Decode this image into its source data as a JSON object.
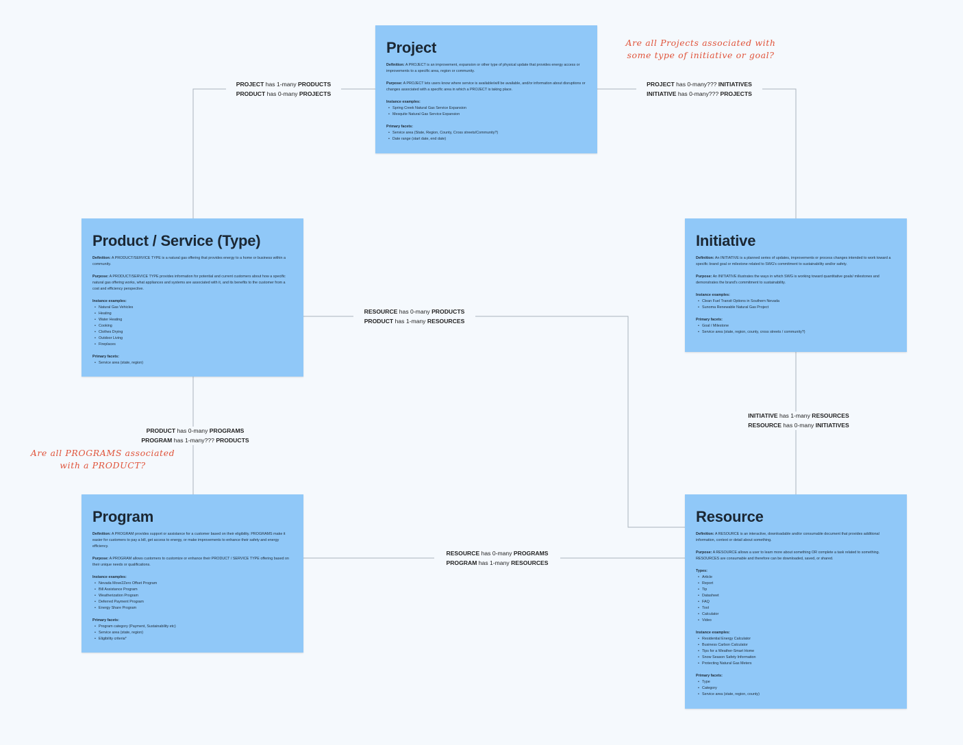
{
  "cards": {
    "project": {
      "title": "Project",
      "definition_label": "Definition:",
      "definition": "A PROJECT is an improvement, expansion or other type of physical update that provides energy access or improvements to a specific area, region or community.",
      "purpose_label": "Purpose:",
      "purpose": "A PROJECT lets users know where service is available/will be available, and/or information about disruptions or changes associated with a specific area in which a PROJECT is taking place.",
      "instance_label": "Instance examples:",
      "instances": [
        "Spring Creek Natural Gas Service Expansion",
        "Mesquite Natural Gas Service Expansion"
      ],
      "facets_label": "Primary facets:",
      "facets": [
        "Service area (State, Region, County, Cross streets/Community?)",
        "Date range (start date, end date)"
      ]
    },
    "product": {
      "title": "Product / Service (Type)",
      "definition_label": "Definition:",
      "definition": "A PRODUCT/SERVICE TYPE is a natural gas offering that provides energy to a home or business within a community.",
      "purpose_label": "Purpose:",
      "purpose": "A PRODUCT/SERVICE TYPE provides information for potential and current customers about how a specific natural gas offering works, what appliances and systems are associated with it, and its benefits to the customer from a cost and efficiency perspective.",
      "instance_label": "Instance examples:",
      "instances": [
        "Natural Gas Vehicles",
        "Heating",
        "Water Heating",
        "Cooking",
        "Clothes Drying",
        "Outdoor Living",
        "Fireplaces"
      ],
      "facets_label": "Primary facets:",
      "facets": [
        "Service area (state, region)"
      ]
    },
    "initiative": {
      "title": "Initiative",
      "definition_label": "Definition:",
      "definition": "An INITIATIVE is a planned series of updates, improvements or process changes intended to work toward a specific brand goal or milestone related to SWG's commitment to sustainability and/or safety.",
      "purpose_label": "Purpose:",
      "purpose": "An INITIATIVE illustrates the ways in which SWG is working toward quantitative goals/ milestones and demonstrates the brand's commitment to sustainability.",
      "instance_label": "Instance examples:",
      "instances": [
        "Clean Fuel Transit Options in Southern Nevada",
        "Sunoma Renewable Natural Gas Project"
      ],
      "facets_label": "Primary facets:",
      "facets": [
        "Goal / Milestone",
        "Service area (state, region, county, cross streets / community?)"
      ]
    },
    "program": {
      "title": "Program",
      "definition_label": "Definition:",
      "definition": "A PROGRAM provides support or assistance for a customer based on their eligibility. PROGRAMS make it easier for customers to pay a bill, get access to energy, or make improvements to enhance their safety and energy efficiency.",
      "purpose_label": "Purpose:",
      "purpose": "A PROGRAM allows customers to customize or enhance their PRODUCT / SERVICE TYPE offering based on their unique needs or qualifications.",
      "instance_label": "Instance examples:",
      "instances": [
        "Nevada Move2Zero Offset Program",
        "Bill Assistance Program",
        "Weatherization Program",
        "Deferred Payment Program",
        "Energy Share Program"
      ],
      "facets_label": "Primary facets:",
      "facets": [
        "Program category (Payment, Sustainability etc)",
        "Service area (state, region)",
        "Eligibility criteria*"
      ]
    },
    "resource": {
      "title": "Resource",
      "definition_label": "Definition:",
      "definition": "A RESOURCE is an interactive, downloadable and/or consumable document that provides additional information, context or detail about something.",
      "purpose_label": "Purpose:",
      "purpose": "A RESOURCE allows a user to learn more about something OR complete a task related to something. RESOURCES are consumable and therefore can be downloaded, saved, or shared.",
      "types_label": "Types:",
      "types": [
        "Article",
        "Report",
        "Tip",
        "Datasheet",
        "FAQ",
        "Tool",
        "Calculator",
        "Video"
      ],
      "instance_label": "Instance examples:",
      "instances": [
        "Residential Energy Calculator",
        "Business Carbon Calculator",
        "Tips for a Weather-Smart Home",
        "Snow Season Safety Information",
        "Protecting Natural Gas Meters"
      ],
      "facets_label": "Primary facets:",
      "facets": [
        "Type",
        "Category",
        "Service area (state, region, county)"
      ]
    }
  },
  "relationships": {
    "project_product": {
      "l1_a": "PROJECT",
      "l1_b": " has 1-many ",
      "l1_c": "PRODUCTS",
      "l2_a": "PRODUCT",
      "l2_b": " has 0-many ",
      "l2_c": "PROJECTS"
    },
    "project_initiative": {
      "l1_a": "PROJECT",
      "l1_b": " has 0-many??? ",
      "l1_c": "INITIATIVES",
      "l2_a": "INITIATIVE",
      "l2_b": " has 0-many??? ",
      "l2_c": "PROJECTS"
    },
    "resource_product": {
      "l1_a": "RESOURCE",
      "l1_b": " has 0-many ",
      "l1_c": "PRODUCTS",
      "l2_a": "PRODUCT",
      "l2_b": " has 1-many ",
      "l2_c": "RESOURCES"
    },
    "product_program": {
      "l1_a": "PRODUCT",
      "l1_b": " has 0-many ",
      "l1_c": "PROGRAMS",
      "l2_a": "PROGRAM",
      "l2_b": " has 1-many??? ",
      "l2_c": "PRODUCTS"
    },
    "initiative_resource": {
      "l1_a": "INITIATIVE",
      "l1_b": " has 1-many ",
      "l1_c": "RESOURCES",
      "l2_a": "RESOURCE",
      "l2_b": " has 0-many ",
      "l2_c": "INITIATIVES"
    },
    "resource_program": {
      "l1_a": "RESOURCE",
      "l1_b": " has 0-many ",
      "l1_c": "PROGRAMS",
      "l2_a": "PROGRAM",
      "l2_b": " has 1-many ",
      "l2_c": "RESOURCES"
    }
  },
  "notes": {
    "projects_question": {
      "line1": "Are all Projects associated with",
      "line2": "some type of initiative or goal?"
    },
    "programs_question": {
      "line1": "Are all PROGRAMS associated",
      "line2": "with a PRODUCT?"
    }
  },
  "colors": {
    "card_fill": "#90c8f8",
    "background": "#f5f9fd",
    "connector": "#a9b3bd",
    "annotation": "#e0533a"
  }
}
